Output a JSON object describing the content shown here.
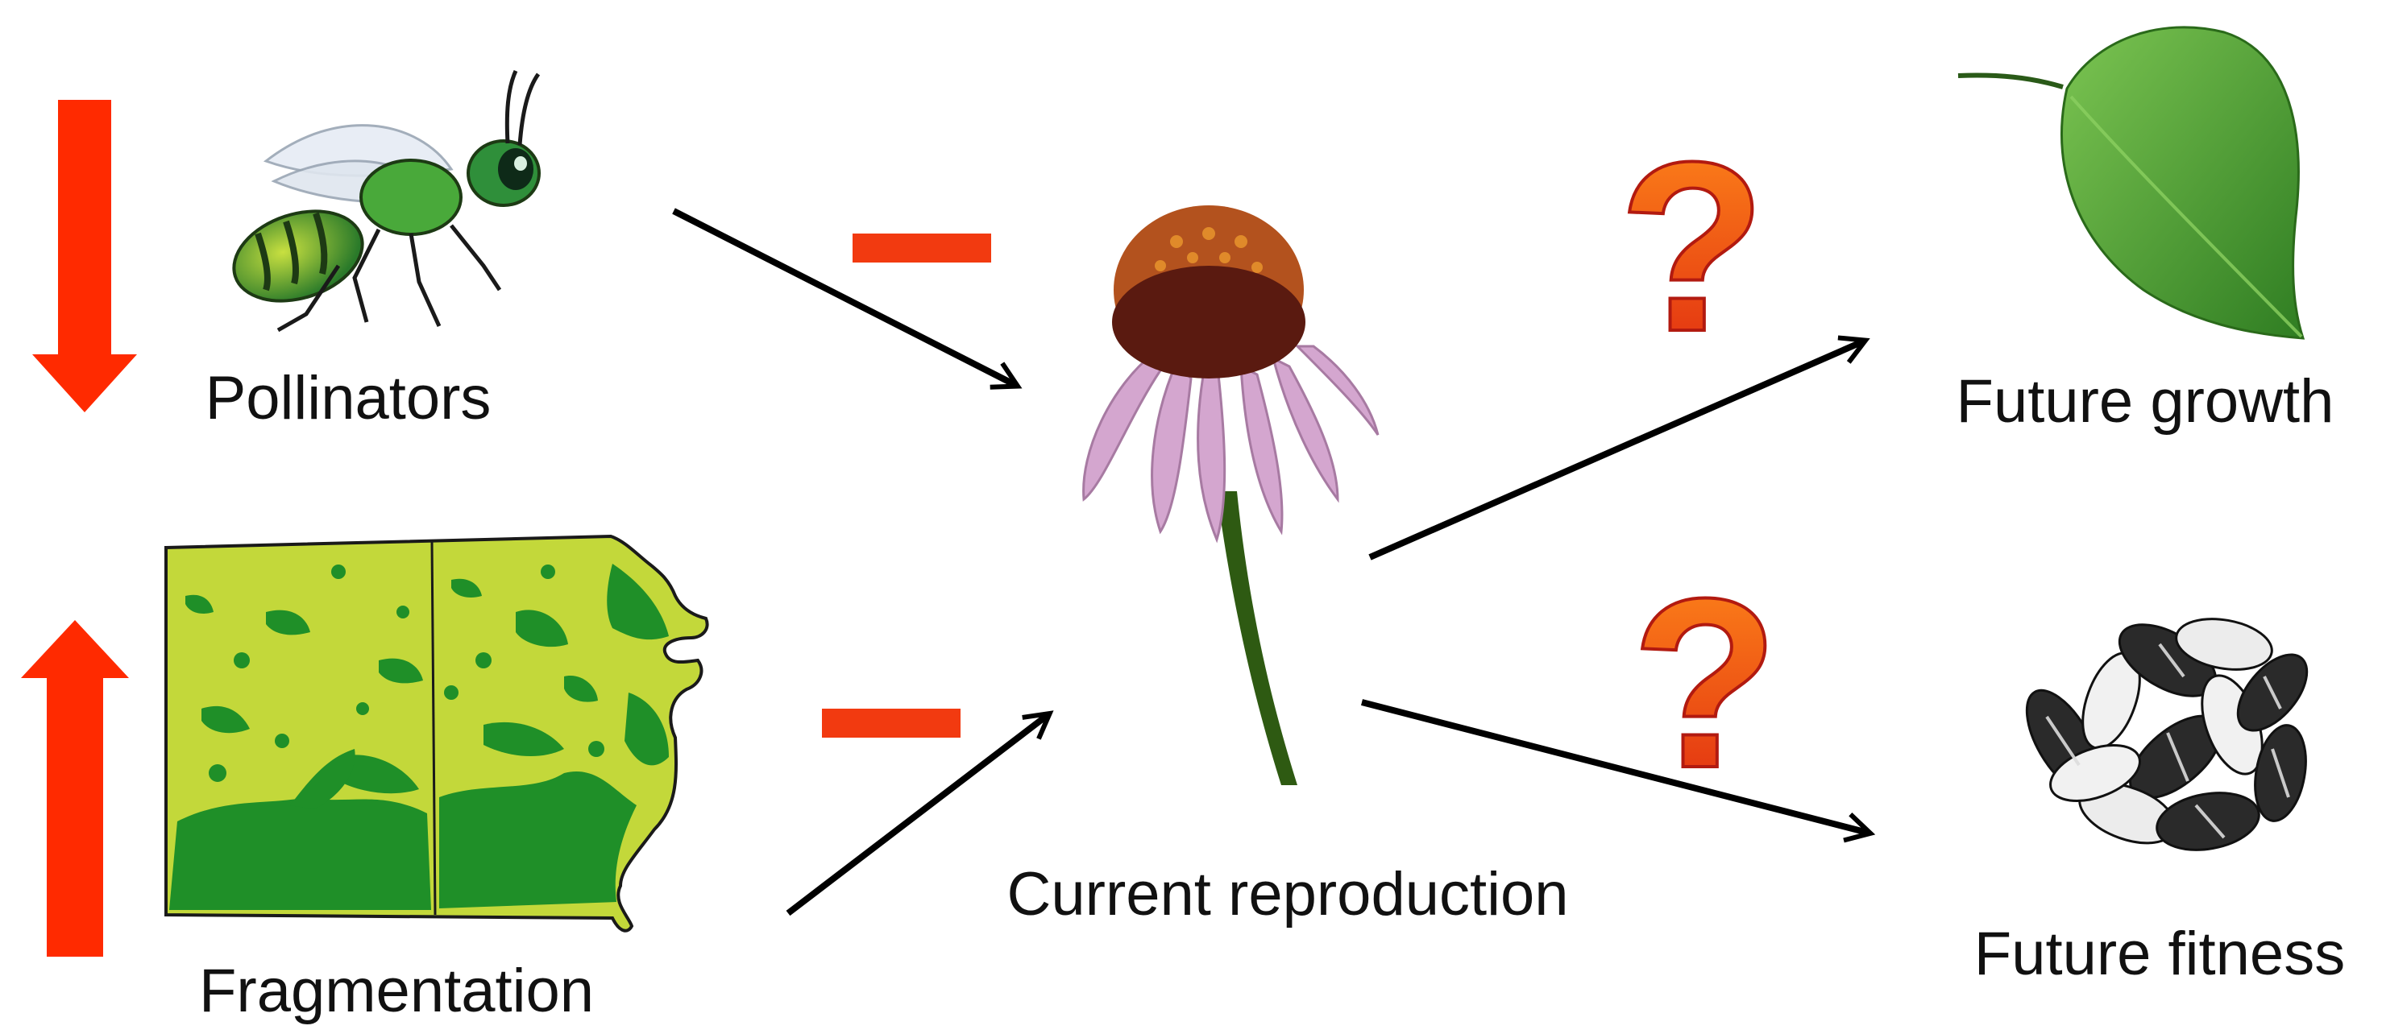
{
  "nodes": {
    "pollinators": {
      "label": "Pollinators",
      "trend": "decrease",
      "icon": "wasp-icon"
    },
    "fragmentation": {
      "label": "Fragmentation",
      "trend": "increase",
      "icon": "fragmented-landscape-map-icon"
    },
    "current_reproduction": {
      "label": "Current reproduction",
      "icon": "coneflower-icon"
    },
    "future_growth": {
      "label": "Future growth",
      "icon": "leaf-icon"
    },
    "future_fitness": {
      "label": "Future fitness",
      "icon": "seeds-icon"
    }
  },
  "edges": [
    {
      "from": "Pollinators",
      "to": "Current reproduction",
      "effect": "negative"
    },
    {
      "from": "Fragmentation",
      "to": "Current reproduction",
      "effect": "negative"
    },
    {
      "from": "Current reproduction",
      "to": "Future growth",
      "effect": "unknown",
      "symbol": "?"
    },
    {
      "from": "Current reproduction",
      "to": "Future fitness",
      "effect": "unknown",
      "symbol": "?"
    }
  ],
  "colors": {
    "trend_arrow": "#ff2a00",
    "minus_sign": "#f23a10",
    "question_mark": "#f25a1a",
    "connector": "#000000",
    "map_light": "#c3d83a",
    "map_dark": "#1f8f28",
    "petal": "#d4a6cf",
    "cone": "#5a1a10",
    "stem": "#2e5a12",
    "leaf": "#4aa333"
  }
}
